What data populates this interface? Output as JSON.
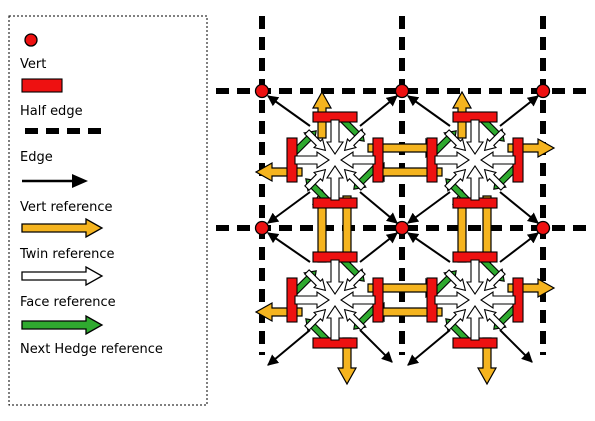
{
  "legend": {
    "vert": "Vert",
    "half_edge": "Half edge",
    "edge": "Edge",
    "vert_reference": "Vert reference",
    "twin_reference": "Twin reference",
    "face_reference": "Face reference",
    "next_hedge_reference": "Next Hedge reference"
  },
  "colors": {
    "vert": "#ee1111",
    "half_edge": "#ee1111",
    "edge": "#000000",
    "vert_reference": "#000000",
    "twin_reference": "#f5b41f",
    "face_reference": "#ffffff",
    "next_hedge_reference": "#2faa2f"
  },
  "grid": {
    "columns": 3,
    "rows": 2,
    "faces": 4
  }
}
